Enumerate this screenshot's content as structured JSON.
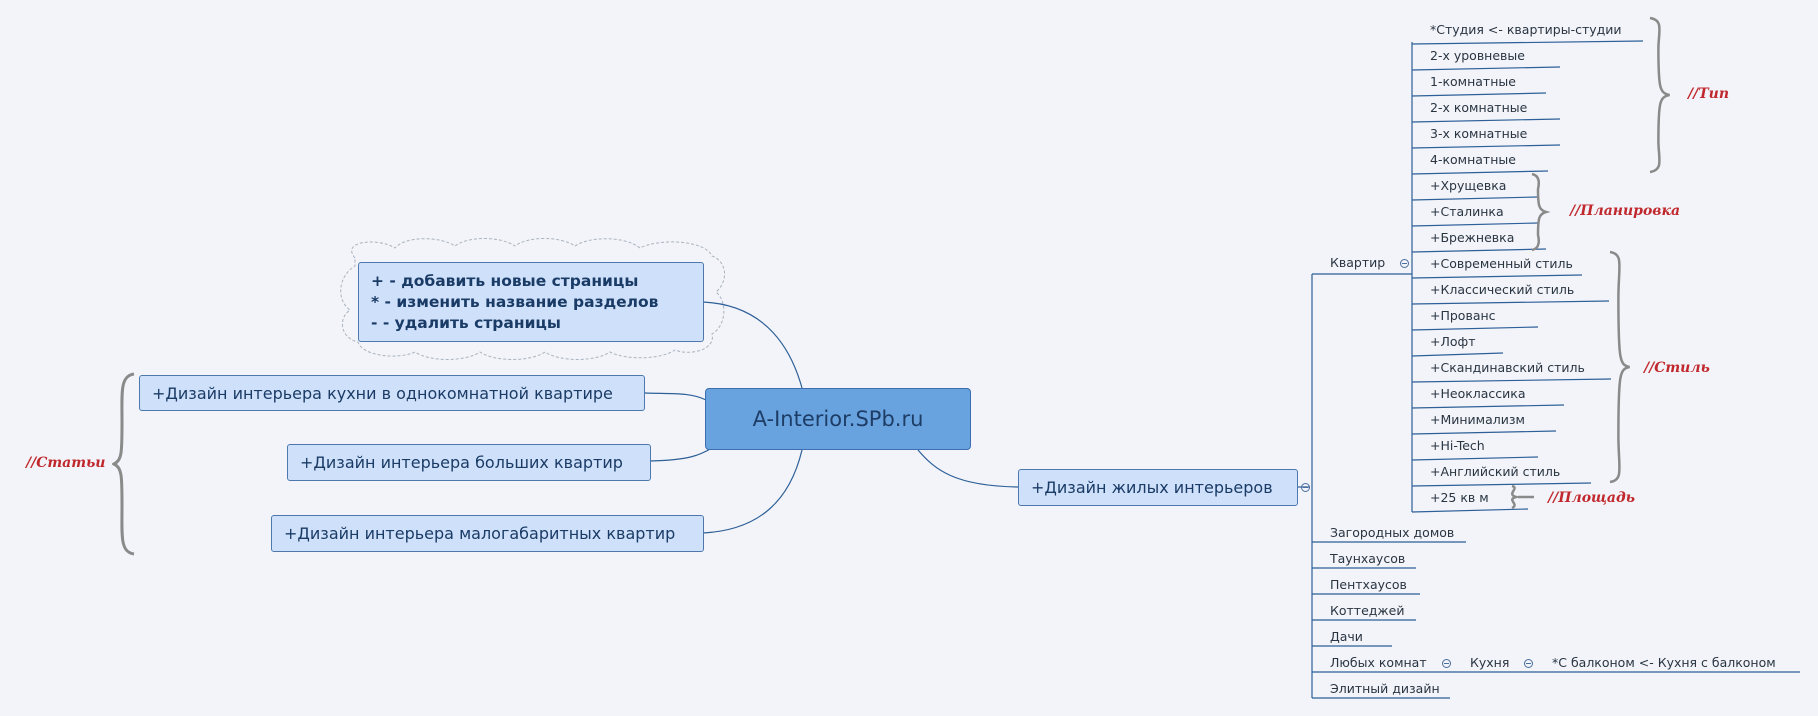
{
  "central": "A-Interior.SPb.ru",
  "note_lines": [
    "+ - добавить новые страницы",
    "* - изменить название разделов",
    "- - удалить страницы"
  ],
  "left_topics": [
    "+Дизайн интерьера кухни в однокомнатной квартире",
    "+Дизайн интерьера больших квартир",
    "+Дизайн интерьера малогабаритных квартир"
  ],
  "left_label": "//Статьи",
  "right_topic": "+Дизайн жилых интерьеров",
  "kvartir": "Квартир",
  "kvartir_children": [
    "*Студия <- квартиры-студии",
    "2-х уровневые",
    "1-комнатные",
    "2-х комнатные",
    "3-х комнатные",
    "4-комнатные",
    "+Хрущевка",
    "+Сталинка",
    "+Брежневка",
    "+Современный стиль",
    "+Классический стиль",
    "+Прованс",
    "+Лофт",
    "+Скандинавский стиль",
    "+Неоклассика",
    "+Минимализм",
    "+Hi-Tech",
    "+Английский стиль",
    "+25 кв м"
  ],
  "group_labels": {
    "type": "//Тип",
    "layout": "//Планировка",
    "style": "//Стиль",
    "area": "//Площадь"
  },
  "other_children": [
    "Загородных домов",
    "Таунхаусов",
    "Пентхаусов",
    "Коттеджей",
    "Дачи",
    "Любых комнат",
    "Элитный дизайн"
  ],
  "kitchen": "Кухня",
  "balcony": "*С балконом <- Кухня с балконом"
}
